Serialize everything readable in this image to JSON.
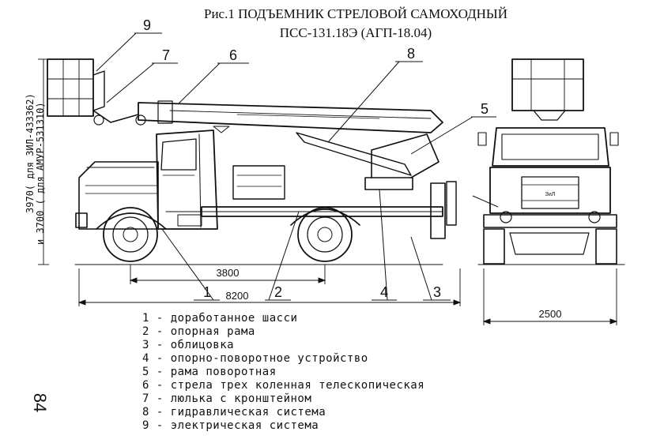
{
  "title": {
    "line1": "Рис.1 ПОДЪЕМНИК СТРЕЛОВОЙ САМОХОДНЫЙ",
    "line2": "ПСС-131.18Э (АГП-18.04)"
  },
  "callouts": [
    "1",
    "2",
    "3",
    "4",
    "5",
    "6",
    "7",
    "8",
    "9"
  ],
  "dimensions": {
    "wheelbase": "3800",
    "overall_length": "8200",
    "width": "2500",
    "height_zil": "3970( для ЗИЛ-433362)",
    "height_amur": "и 3700 ( для АМУР-531310)"
  },
  "cab_badge": "ЗиЛ",
  "legend": [
    "1 - доработанное шасси",
    "2 - опорная рама",
    "3 - облицовка",
    "4 - опорно-поворотное устройство",
    "5 - рама поворотная",
    "6 - стрела трех коленная телескопическая",
    "7 - люлька с кронштейном",
    "8 - гидравлическая система",
    "9 - электрическая система"
  ],
  "page_number": "84"
}
